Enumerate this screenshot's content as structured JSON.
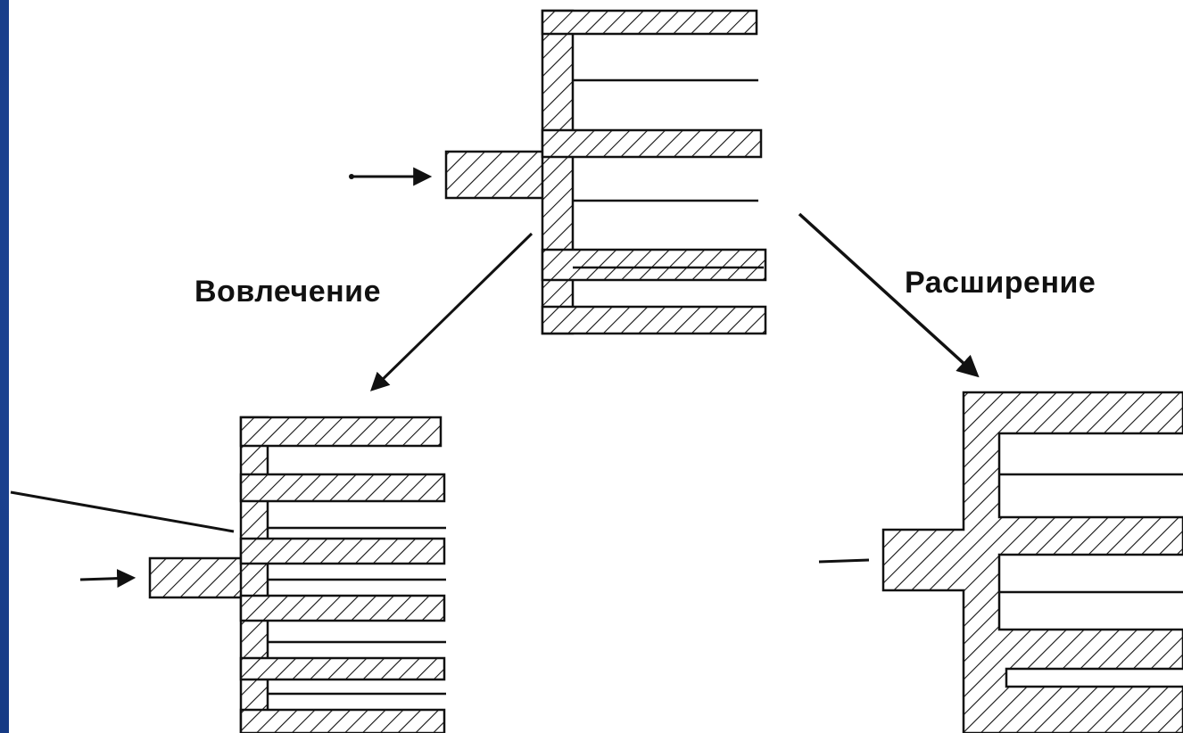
{
  "labels": {
    "left": "Вовлечение",
    "right": "Расширение"
  },
  "colors": {
    "background": "#1d4596",
    "panel": "#ffffff",
    "ink": "#111111"
  },
  "nodes": [
    {
      "id": "top",
      "description": "central structure with stem and fins"
    },
    {
      "id": "bottom-left",
      "description": "structure with more, thinner fins"
    },
    {
      "id": "bottom-right",
      "description": "structure with thicker, fewer fins"
    }
  ]
}
